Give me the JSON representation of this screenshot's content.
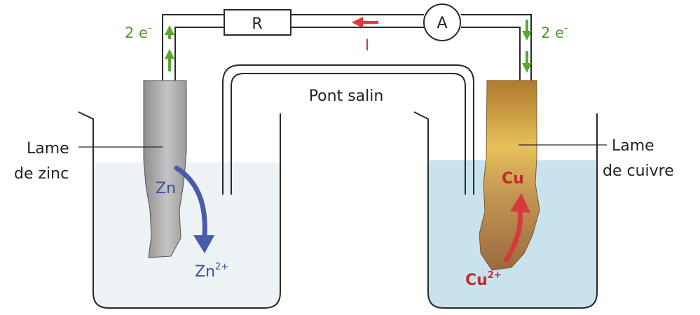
{
  "labels": {
    "resistor": "R",
    "ammeter": "A",
    "current": "I",
    "electrons_left": "2 e",
    "electrons_right": "2 e",
    "electron_sign": "–",
    "salt_bridge": "Pont salin",
    "zinc_plate_line1": "Lame",
    "zinc_plate_line2": "de zinc",
    "copper_plate_line1": "Lame",
    "copper_plate_line2": "de cuivre",
    "zn": "Zn",
    "zn_ion_base": "Zn",
    "zn_ion_charge": "2+",
    "cu": "Cu",
    "cu_ion_base": "Cu",
    "cu_ion_charge": "2+"
  },
  "colors": {
    "wire": "#2a2a2a",
    "electron_arrow": "#5aa832",
    "current_arrow": "#e03a3a",
    "current_label": "#d63a3a",
    "zn_arrow": "#4a5ba8",
    "cu_arrow": "#d43b3b",
    "zn_label": "#3c4f9c",
    "cu_label": "#c42a2a",
    "left_solution": "#edf2f5",
    "right_solution": "#c8e3ee",
    "zinc_plate": "#a9a9a9",
    "copper_plate": "#c39654"
  }
}
